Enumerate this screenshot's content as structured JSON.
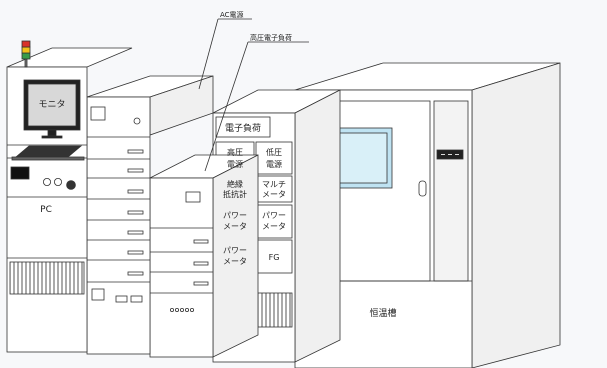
{
  "callouts": {
    "ac_power": "AC電源",
    "hv_load": "高圧電子負荷"
  },
  "pc_rack": {
    "monitor": "モニタ",
    "label": "PC"
  },
  "load_rack": {
    "electronic_load": "電子負荷",
    "hv_power_1": "高圧",
    "hv_power_2": "電源",
    "lv_power_1": "低圧",
    "lv_power_2": "電源",
    "insulation_1": "絶縁",
    "insulation_2": "抵抗計",
    "multimeter_1": "マルチ",
    "multimeter_2": "メータ",
    "power_meter_a_1": "パワー",
    "power_meter_a_2": "メータ",
    "power_meter_b_1": "パワー",
    "power_meter_b_2": "メータ",
    "power_meter_c_1": "パワー",
    "power_meter_c_2": "メータ",
    "fg": "FG"
  },
  "chamber": {
    "label": "恒温槽"
  },
  "colors": {
    "outline": "#333333",
    "panel": "#ffffff",
    "panel_side": "#f0f0f0",
    "window": "#bfe3f2",
    "screen": "#d8d8d8",
    "signal_red": "#d9342b",
    "signal_yellow": "#f2c21b",
    "signal_green": "#3a9c4a"
  }
}
